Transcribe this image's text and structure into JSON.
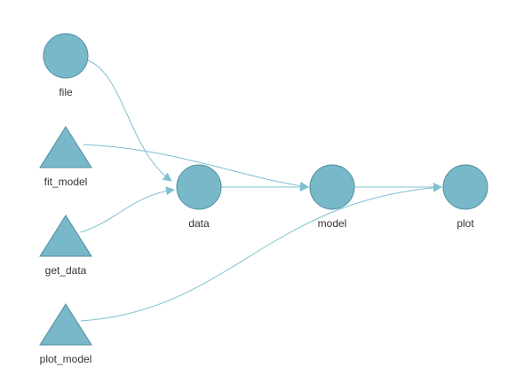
{
  "colors": {
    "node_fill": "#79B8C8",
    "node_stroke": "#4F8FA0",
    "edge": "#7FC0D0",
    "label": "#333333"
  },
  "nodes": [
    {
      "id": "file",
      "label": "file",
      "shape": "circle"
    },
    {
      "id": "fit_model",
      "label": "fit_model",
      "shape": "triangle"
    },
    {
      "id": "get_data",
      "label": "get_data",
      "shape": "triangle"
    },
    {
      "id": "plot_model",
      "label": "plot_model",
      "shape": "triangle"
    },
    {
      "id": "data",
      "label": "data",
      "shape": "circle"
    },
    {
      "id": "model",
      "label": "model",
      "shape": "circle"
    },
    {
      "id": "plot",
      "label": "plot",
      "shape": "circle"
    }
  ],
  "edges": [
    {
      "from": "file",
      "to": "data"
    },
    {
      "from": "get_data",
      "to": "data"
    },
    {
      "from": "fit_model",
      "to": "model"
    },
    {
      "from": "data",
      "to": "model"
    },
    {
      "from": "model",
      "to": "plot"
    },
    {
      "from": "plot_model",
      "to": "plot"
    }
  ]
}
